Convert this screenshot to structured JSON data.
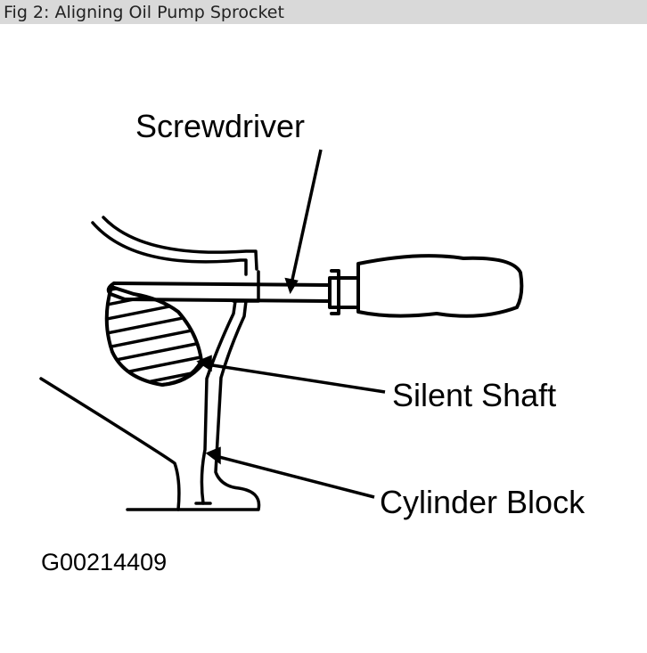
{
  "header": {
    "title": "Fig 2: Aligning Oil Pump Sprocket"
  },
  "diagram": {
    "labels": {
      "screwdriver": "Screwdriver",
      "silent_shaft": "Silent Shaft",
      "cylinder_block": "Cylinder Block"
    },
    "figure_code": "G00214409"
  },
  "colors": {
    "title_bar_bg": "#d9d9d9",
    "ink": "#000000",
    "background": "#ffffff"
  }
}
